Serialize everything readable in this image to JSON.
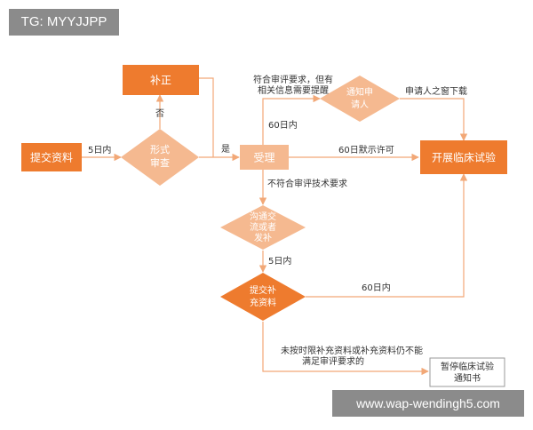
{
  "watermark": {
    "top": "TG: MYYJJPP",
    "bottom": "www.wap-wendingh5.com"
  },
  "colors": {
    "dark": "#ee7b2e",
    "light": "#f5b990",
    "line": "#f2a877",
    "text_dark": "#333333",
    "text_light": "#ffffff"
  },
  "nodes": {
    "submit": "提交资料",
    "correction": "补正",
    "formal_review": [
      "形式",
      "审查"
    ],
    "accept": "受理",
    "notify": [
      "通知申",
      "请人"
    ],
    "start_trial": "开展临床试验",
    "communicate": [
      "沟通交",
      "流或者",
      "发补"
    ],
    "supplement": [
      "提交补",
      "充资料"
    ],
    "suspend": [
      "暂停临床试验",
      "通知书"
    ]
  },
  "labels": {
    "days5_a": "5日内",
    "no": "否",
    "yes": "是",
    "meets_but": [
      "符合审评要求，但有",
      "相关信息需要提醒"
    ],
    "applicant_download": "申请人之窗下载",
    "days60_a": "60日内",
    "days60_default": "60日默示许可",
    "not_meet": "不符合审评技术要求",
    "days5_b": "5日内",
    "days60_b": "60日内",
    "fail_note": [
      "未按时限补充资料或补充资料仍不能",
      "满足审评要求的"
    ]
  }
}
